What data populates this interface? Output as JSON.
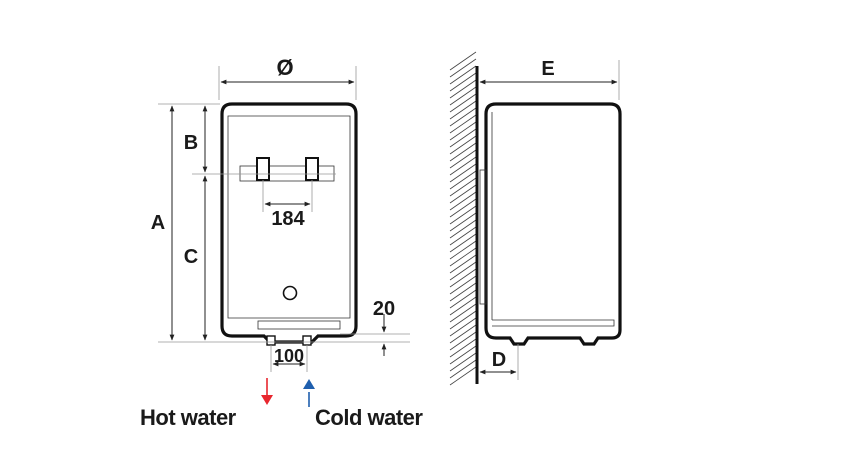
{
  "labels": {
    "diameter": "Ø",
    "depth": "E",
    "height_total": "A",
    "height_top": "B",
    "height_bottom": "C",
    "bracket_spacing": "184",
    "bottom_offset": "20",
    "pipe_spacing": "100",
    "wall_gap": "D",
    "hot_water": "Hot water",
    "cold_water": "Cold water"
  },
  "colors": {
    "hot_arrow": "#e8262e",
    "cold_arrow": "#1f5fae",
    "line": "#111111"
  },
  "icons": {
    "hot": "arrow-down-icon",
    "cold": "arrow-up-icon"
  }
}
